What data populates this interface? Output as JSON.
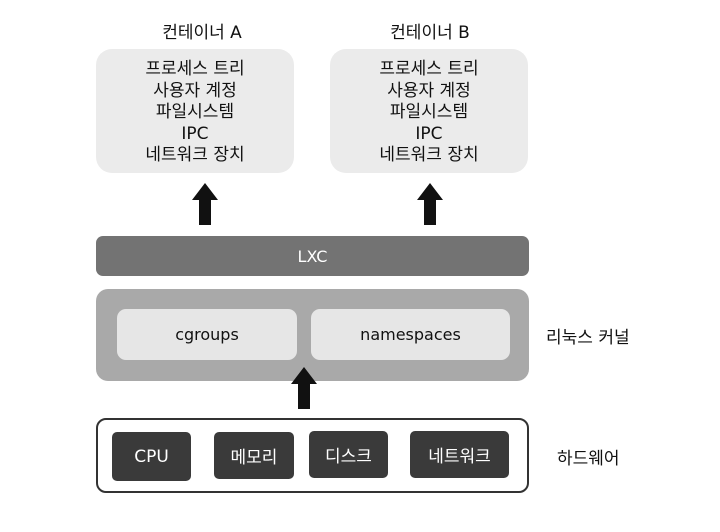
{
  "containers": [
    {
      "title": "컨테이너 A",
      "items": [
        "프로세스 트리",
        "사용자 계정",
        "파일시스템",
        "IPC",
        "네트워크 장치"
      ]
    },
    {
      "title": "컨테이너 B",
      "items": [
        "프로세스 트리",
        "사용자 계정",
        "파일시스템",
        "IPC",
        "네트워크 장치"
      ]
    }
  ],
  "lxc": {
    "label": "LXC"
  },
  "kernel": {
    "label": "리눅스 커널",
    "items": [
      "cgroups",
      "namespaces"
    ]
  },
  "hardware": {
    "label": "하드웨어",
    "items": [
      "CPU",
      "메모리",
      "디스크",
      "네트워크"
    ]
  },
  "colors": {
    "lxc_bar": "#737373",
    "kernel_box": "#a9a9a9",
    "hardware_item": "#3a3a3a",
    "arrow": "#111111"
  }
}
